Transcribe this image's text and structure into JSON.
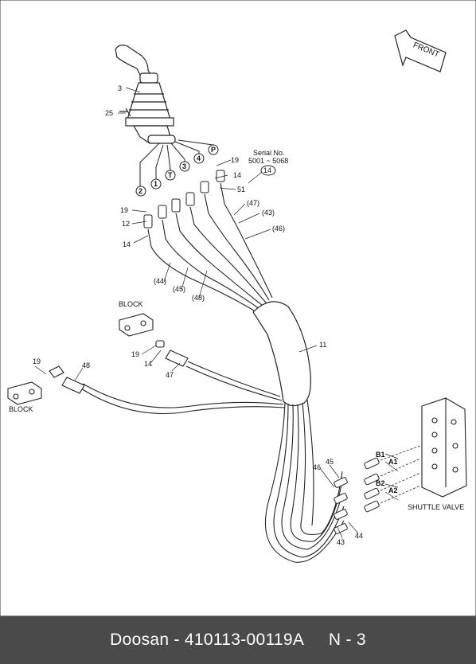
{
  "footer": {
    "brand": "Doosan",
    "sep": " - ",
    "part_number": "410113-00119A",
    "page": "N - 3"
  },
  "labels": {
    "front": "FRONT",
    "serial_title": "Serial No.",
    "serial_range": "5001 ~ 5068",
    "shuttle_valve": "SHUTTLE VALVE",
    "block": "BLOCK",
    "p1": "1",
    "p2": "2",
    "p3": "3",
    "p4": "4",
    "pT": "T",
    "pP": "P",
    "n3": "3",
    "n25": "25",
    "n19": "19",
    "n14": "14",
    "n51": "51",
    "n12": "12",
    "n47": "(47)",
    "n43": "(43)",
    "n46": "(46)",
    "n44": "(44)",
    "n45": "(45)",
    "n48": "(48)",
    "n11": "11",
    "n48b": "48",
    "n47b": "47",
    "A1": "A1",
    "A2": "A2",
    "B1": "B1",
    "B2": "B2",
    "n45b": "45",
    "n46b": "46",
    "n43b": "43",
    "n44b": "44"
  }
}
